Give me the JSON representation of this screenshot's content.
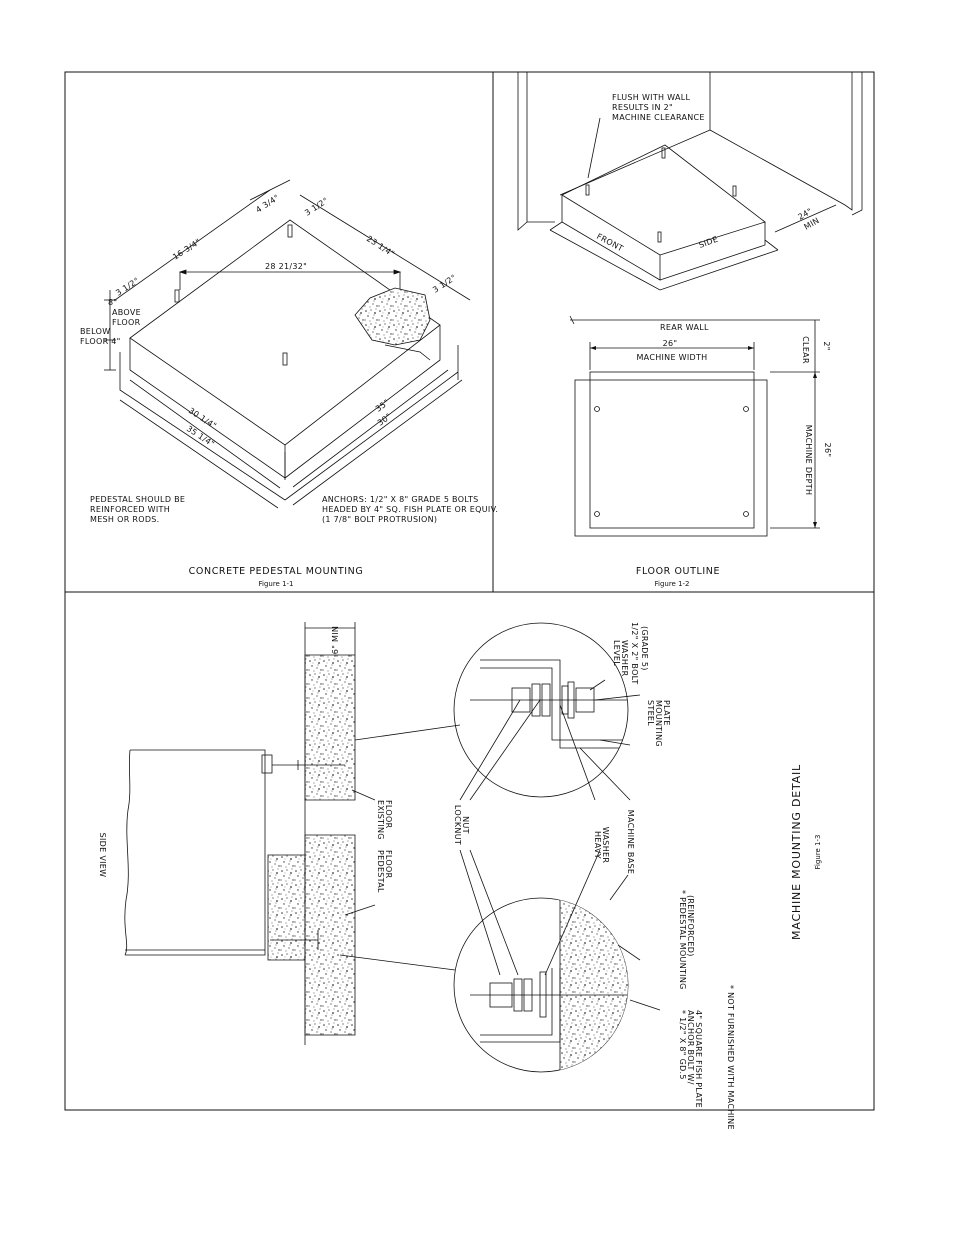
{
  "fig1": {
    "caption": "CONCRETE PEDESTAL MOUNTING",
    "figure": "Figure 1-1",
    "dims": {
      "d1": "4 3/4\"",
      "d2": "3 1/2\"",
      "d3": "16 3/4\"",
      "d4": "23 1/4\"",
      "d5": "28 21/32\"",
      "d6": "3 1/2\"",
      "d7": "3 1/2\"",
      "d8": "30 1/4\"",
      "d9": "35 1/4\"",
      "d10": "35\"",
      "d11": "30\""
    },
    "above_1": "8\"",
    "above_2": "ABOVE",
    "above_3": "FLOOR",
    "below_1": "BELOW",
    "below_2": "FLOOR 4\"",
    "note_left": [
      "PEDESTAL SHOULD BE",
      "REINFORCED WITH",
      "MESH OR RODS."
    ],
    "note_right": [
      "ANCHORS: 1/2\" X 8\" GRADE 5 BOLTS",
      "HEADED BY 4\" SQ. FISH PLATE OR EQUIV.",
      "(1 7/8\" BOLT PROTRUSION)"
    ]
  },
  "fig2": {
    "caption": "FLOOR OUTLINE",
    "figure": "Figure 1-2",
    "flush_note": [
      "FLUSH WITH WALL",
      "RESULTS IN 2\"",
      "MACHINE CLEARANCE"
    ],
    "front": "FRONT",
    "side": "SIDE",
    "min_dim": "24\"",
    "min_label": "MIN",
    "rear_wall": "REAR WALL",
    "width_dim": "26\"",
    "width_label": "MACHINE WIDTH",
    "depth_label": "MACHINE DEPTH",
    "depth_dim": "26\"",
    "clear_label": "CLEAR",
    "clear_dim": "2\""
  },
  "fig3": {
    "title": "MACHINE MOUNTING DETAIL",
    "figure": "Figure 1-3",
    "min6": "6\" MIN",
    "level_washer": [
      "LEVEL",
      "WASHER"
    ],
    "bolt": [
      "1/2\" X 2\" BOLT",
      "(GRADE 5)"
    ],
    "steel_plate": [
      "STEEL",
      "MOUNTING",
      "PLATE"
    ],
    "existing_floor": [
      "EXISTING",
      "FLOOR"
    ],
    "pedestal_floor": [
      "PEDESTAL",
      "FLOOR"
    ],
    "side_view": "SIDE VIEW",
    "locknut": [
      "LOCKNUT",
      "NUT"
    ],
    "heavy_washer": [
      "HEAVY",
      "WASHER"
    ],
    "machine_base": "MACHINE BASE",
    "pedestal_mounting": [
      "* PEDESTAL MOUNTING",
      "(REINFORCED)"
    ],
    "anchor_bolt": [
      "* 1/2\" X 8\" GD.5",
      "ANCHOR BOLT W/",
      "4\" SQUARE FISH PLATE"
    ],
    "not_furnished": "* NOT FURNISHED WITH MACHINE"
  }
}
